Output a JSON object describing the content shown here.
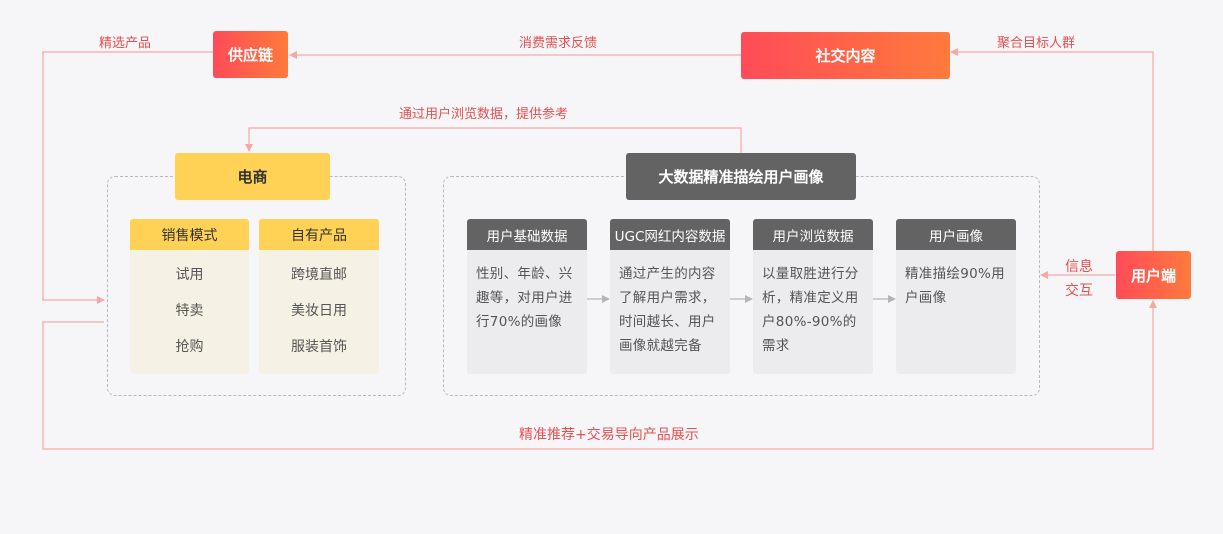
{
  "top": {
    "supply_chain": "供应链",
    "social_content": "社交内容",
    "select_products": "精选产品",
    "consumer_feedback": "消费需求反馈",
    "aggregate_audience": "聚合目标人群"
  },
  "ecommerce": {
    "title": "电商",
    "ref_label": "通过用户浏览数据，提供参考",
    "columns": [
      {
        "header": "销售模式",
        "items": [
          "试用",
          "特卖",
          "抢购"
        ]
      },
      {
        "header": "自有产品",
        "items": [
          "跨境直邮",
          "美妆日用",
          "服装首饰"
        ]
      }
    ]
  },
  "bigdata": {
    "title": "大数据精准描绘用户画像",
    "cards": [
      {
        "header": "用户基础数据",
        "body": "性别、年龄、兴趣等，对用户进行70%的画像"
      },
      {
        "header": "UGC网红内容数据",
        "body": "通过产生的内容了解用户需求，时间越长、用户画像就越完备"
      },
      {
        "header": "用户浏览数据",
        "body": "以量取胜进行分析，精准定义用户80%-90%的需求"
      },
      {
        "header": "用户画像",
        "body": "精准描绘90%用户画像"
      }
    ]
  },
  "user_end": {
    "label": "用户端",
    "info_label_1": "信息",
    "info_label_2": "交互"
  },
  "bottom_label": "精准推荐+交易导向产品展示",
  "colors": {
    "line": "#f5a8a4",
    "arrow_gray": "#b5b5b5",
    "accent_start": "#ff4b58",
    "accent_end": "#ff7a3c",
    "yellow": "#ffd256",
    "dark": "#636363"
  }
}
